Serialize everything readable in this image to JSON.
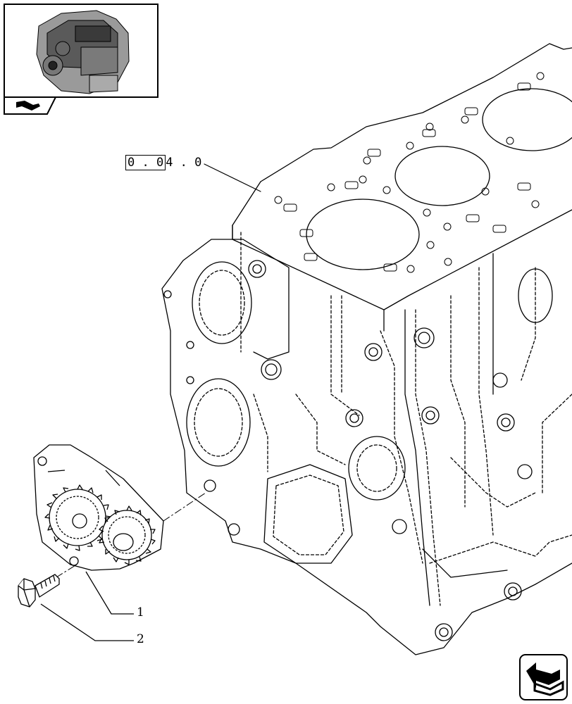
{
  "reference": {
    "boxed_part": "0 . 0",
    "rest_part": "4 . 0"
  },
  "callouts": [
    {
      "id": "1",
      "label": "1"
    },
    {
      "id": "2",
      "label": "2"
    }
  ],
  "icons": {
    "thumbnail": "engine-thumbnail-icon",
    "section_tab": "book-section-icon",
    "navigation": "next-page-arrow-icon"
  }
}
